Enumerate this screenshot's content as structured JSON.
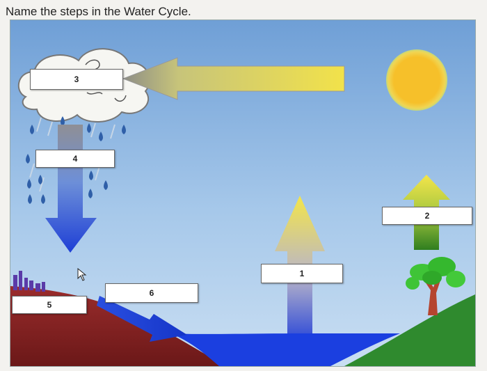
{
  "question": "Name the steps in the Water Cycle.",
  "diagram": {
    "labels": [
      {
        "id": "label-1",
        "number": "1"
      },
      {
        "id": "label-2",
        "number": "2"
      },
      {
        "id": "label-3",
        "number": "3"
      },
      {
        "id": "label-4",
        "number": "4"
      },
      {
        "id": "label-5",
        "number": "5"
      },
      {
        "id": "label-6",
        "number": "6"
      }
    ]
  }
}
